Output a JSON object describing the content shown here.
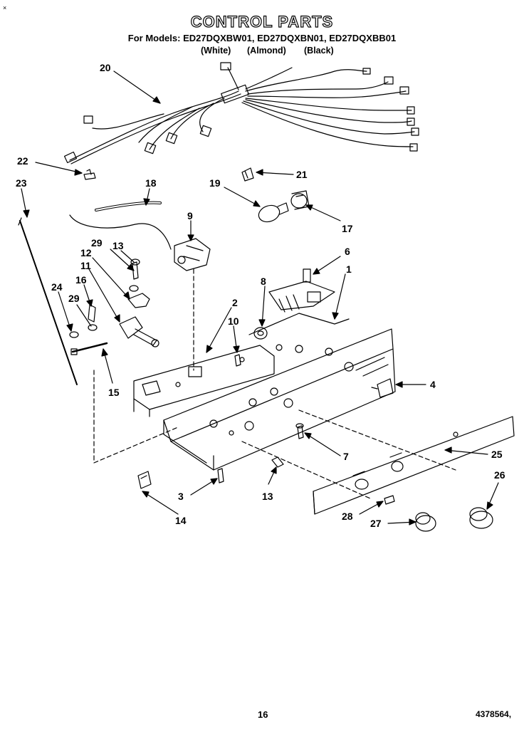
{
  "header": {
    "title": "CONTROL PARTS",
    "models": "For Models: ED27DQXBW01, ED27DQXBN01, ED27DQXBB01",
    "colors": [
      "(White)",
      "(Almond)",
      "(Black)"
    ]
  },
  "footer": {
    "page": "16",
    "part_number": "4378564,"
  },
  "callouts": [
    "20",
    "22",
    "23",
    "18",
    "19",
    "21",
    "17",
    "9",
    "29",
    "13",
    "12",
    "11",
    "16",
    "24",
    "29",
    "6",
    "1",
    "8",
    "2",
    "10",
    "15",
    "4",
    "7",
    "25",
    "26",
    "3",
    "13",
    "14",
    "28",
    "27"
  ]
}
